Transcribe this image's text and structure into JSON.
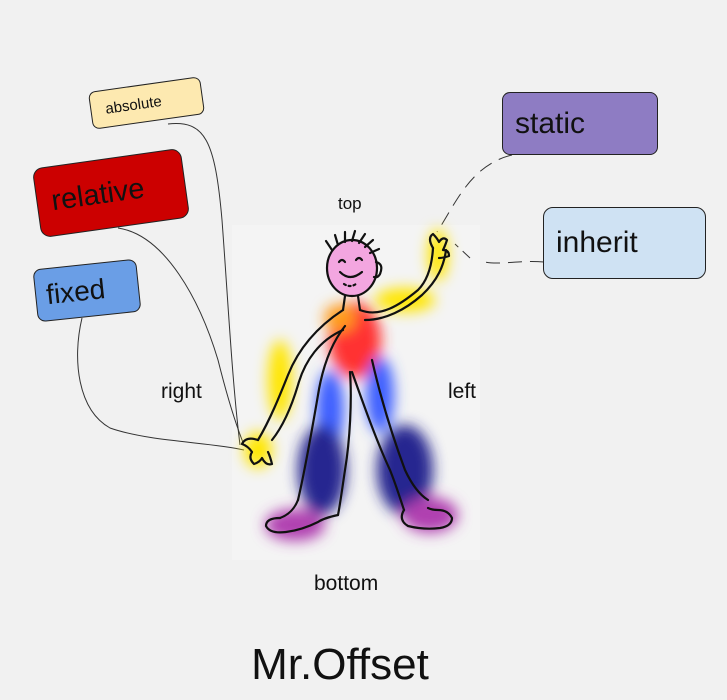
{
  "diagram": {
    "title": "Mr.Offset",
    "tags": {
      "absolute": "absolute",
      "relative": "relative",
      "fixed": "fixed",
      "static": "static",
      "inherit": "inherit"
    },
    "sides": {
      "top": "top",
      "right": "right",
      "left": "left",
      "bottom": "bottom"
    },
    "colors": {
      "background": "#f1f1f1",
      "absolute": "#fde9b0",
      "relative": "#cc0000",
      "fixed": "#6a9ee6",
      "static": "#8e7cc3",
      "inherit": "#cfe2f3"
    }
  }
}
